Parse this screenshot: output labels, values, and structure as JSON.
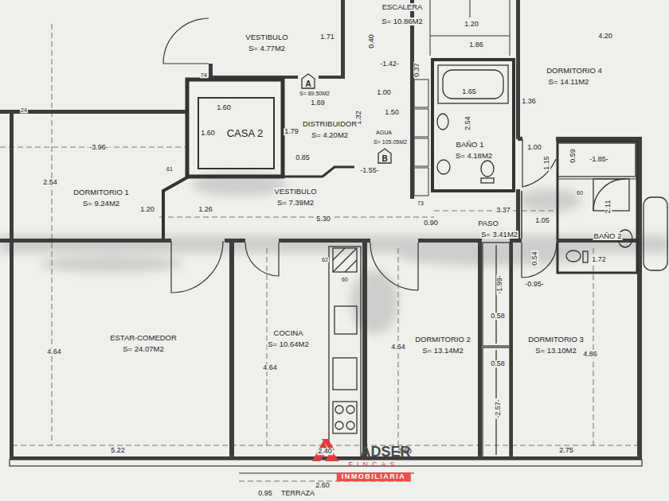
{
  "diagram": {
    "nodes": [
      {
        "text": [
          "CASA 2"
        ]
      },
      {
        "text": [
          "A"
        ]
      },
      {
        "text": [
          "B"
        ]
      }
    ],
    "labels": [
      "ESCALERA",
      "S= 10.86M2",
      "1.20",
      "4.20",
      "VESTIBULO",
      "S= 4.77M2",
      "1.71",
      "1.86",
      "0.40",
      "-1.42-",
      "0.37",
      "DORMITORIO 4",
      "S= 14.11M2",
      "1.65",
      "1.36",
      "S= 89.50M2",
      "1.69",
      "1.00",
      "1.60",
      "1.50",
      "1.32",
      "2.54",
      "DISTRIBUIDOR",
      "S= 4.20M2",
      "AGUA",
      "S= 105.05M2",
      "BAÑO 1",
      "S= 4.18M2",
      "1.00",
      "1.79",
      "1.60",
      "-3.96-",
      "0.85",
      "-1.55-",
      "1.15",
      "0.59",
      "-1.85-",
      "2.54",
      "DORMITORIO 1",
      "S= 9.24M2",
      "VESTIBULO",
      "S= 7.39M2",
      "60",
      "2.11",
      "73",
      "1.20",
      "1.26",
      "3.37",
      "5.30",
      "0.90",
      "PASO",
      "S= 3.41M2",
      "1.05",
      "BAÑO 2",
      "1.72",
      "0.54",
      "-1.99-",
      "-0.95-",
      "0.58",
      "0.58",
      "62",
      "60",
      "ESTAR-COMEDOR",
      "S= 24.07M2",
      "COCINA",
      "S= 10.64M2",
      "DORMITORIO 2",
      "S= 13.14M2",
      "DORMITORIO 3",
      "S= 13.10M2",
      "4.64",
      "4.64",
      "4.64",
      "4.86",
      "-2.57-",
      "5.22",
      "2.40",
      "2.60",
      "2.75",
      "2.60",
      "0.95",
      "TERRAZA",
      "ADSER",
      "FINCAS",
      "INMOBILIARIA",
      "74",
      "24",
      "61"
    ]
  }
}
